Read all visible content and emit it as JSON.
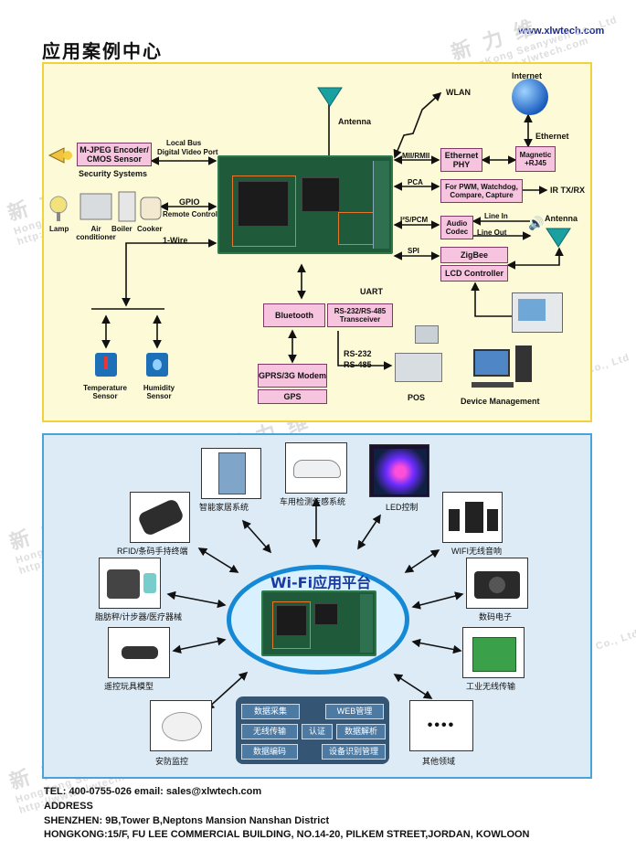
{
  "header": {
    "url": "www.xlwtech.com",
    "title": "应用案例中心"
  },
  "watermark": {
    "cn": "新力维",
    "en1": "SEANYWELL",
    "en2": "HongKong Seanywell Co., Ltd",
    "en3": "http://www.xlwtech.com",
    "en4": "400-0755-026"
  },
  "top": {
    "antenna_left": "Antenna",
    "wlan": "WLAN",
    "internet": "Internet",
    "ethernet": "Ethernet",
    "mjpeg": "M-JPEG Encoder/ CMOS Sensor",
    "security": "Security Systems",
    "local_bus": "Local Bus",
    "digital_video": "Digital Video Port",
    "mii": "MII/RMII",
    "eth_phy": "Ethernet PHY",
    "magnetic": "Magnetic +RJ45",
    "pca": "PCA",
    "pwm": "For PWM, Watchdog, Compare, Capture",
    "irtx": "IR TX/RX",
    "gpio": "GPIO",
    "remote": "Remote Control",
    "i2s": "I²S/PCM",
    "line_in": "Line In",
    "line_out": "Line Out",
    "audio_codec": "Audio Codec",
    "antenna_right": "Antenna",
    "lamp": "Lamp",
    "air": "Air conditioner",
    "boiler": "Boiler",
    "cooker": "Cooker",
    "one_wire": "1-Wire",
    "spi": "SPI",
    "zigbee": "ZigBee",
    "lcd": "LCD Controller",
    "uart": "UART",
    "bluetooth": "Bluetooth",
    "rs_transceiver": "RS-232/RS-485 Transceiver",
    "rs232": "RS-232",
    "rs485": "RS-485",
    "gprs": "GPRS/3G Modem",
    "gps": "GPS",
    "pos": "POS",
    "device_mgmt": "Device Management",
    "temp": "Temperature Sensor",
    "humidity": "Humidity Sensor"
  },
  "bottom": {
    "hub": "Wi-Fi应用平台",
    "items": {
      "smart_home": "智能家居系统",
      "car": "车用检测传感系统",
      "led": "LED控制",
      "rfid": "RFID/条码手持终端",
      "wifi_audio": "WIFI无线音响",
      "medical": "脂肪秤/计步器/医疗器械",
      "digital": "数码电子",
      "toy": "遥控玩具模型",
      "industrial": "工业无线传输",
      "security": "安防监控",
      "other": "其他领域",
      "other_dots": "••••"
    },
    "features": [
      "数据采集",
      "WEB管理",
      "无线传输",
      "认证",
      "数据解析",
      "数据编码",
      "设备识别管理"
    ]
  },
  "footer": {
    "tel": "TEL:  400-0755-026  email: sales@xlwtech.com",
    "address": "ADDRESS",
    "shenzhen": "SHENZHEN:  9B,Tower B,Neptons Mansion Nanshan District",
    "hongkong": "HONGKONG:15/F, FU LEE COMMERCIAL BUILDING, NO.14-20, PILKEM STREET,JORDAN, KOWLOON"
  },
  "colors": {
    "panel_top_bg": "#fdfbd7",
    "panel_top_border": "#f2d23a",
    "panel_bottom_bg": "#dcebf6",
    "panel_bottom_border": "#4aa3d8",
    "box_pink": "#f6c4de",
    "hub_blue": "#1689d6"
  }
}
